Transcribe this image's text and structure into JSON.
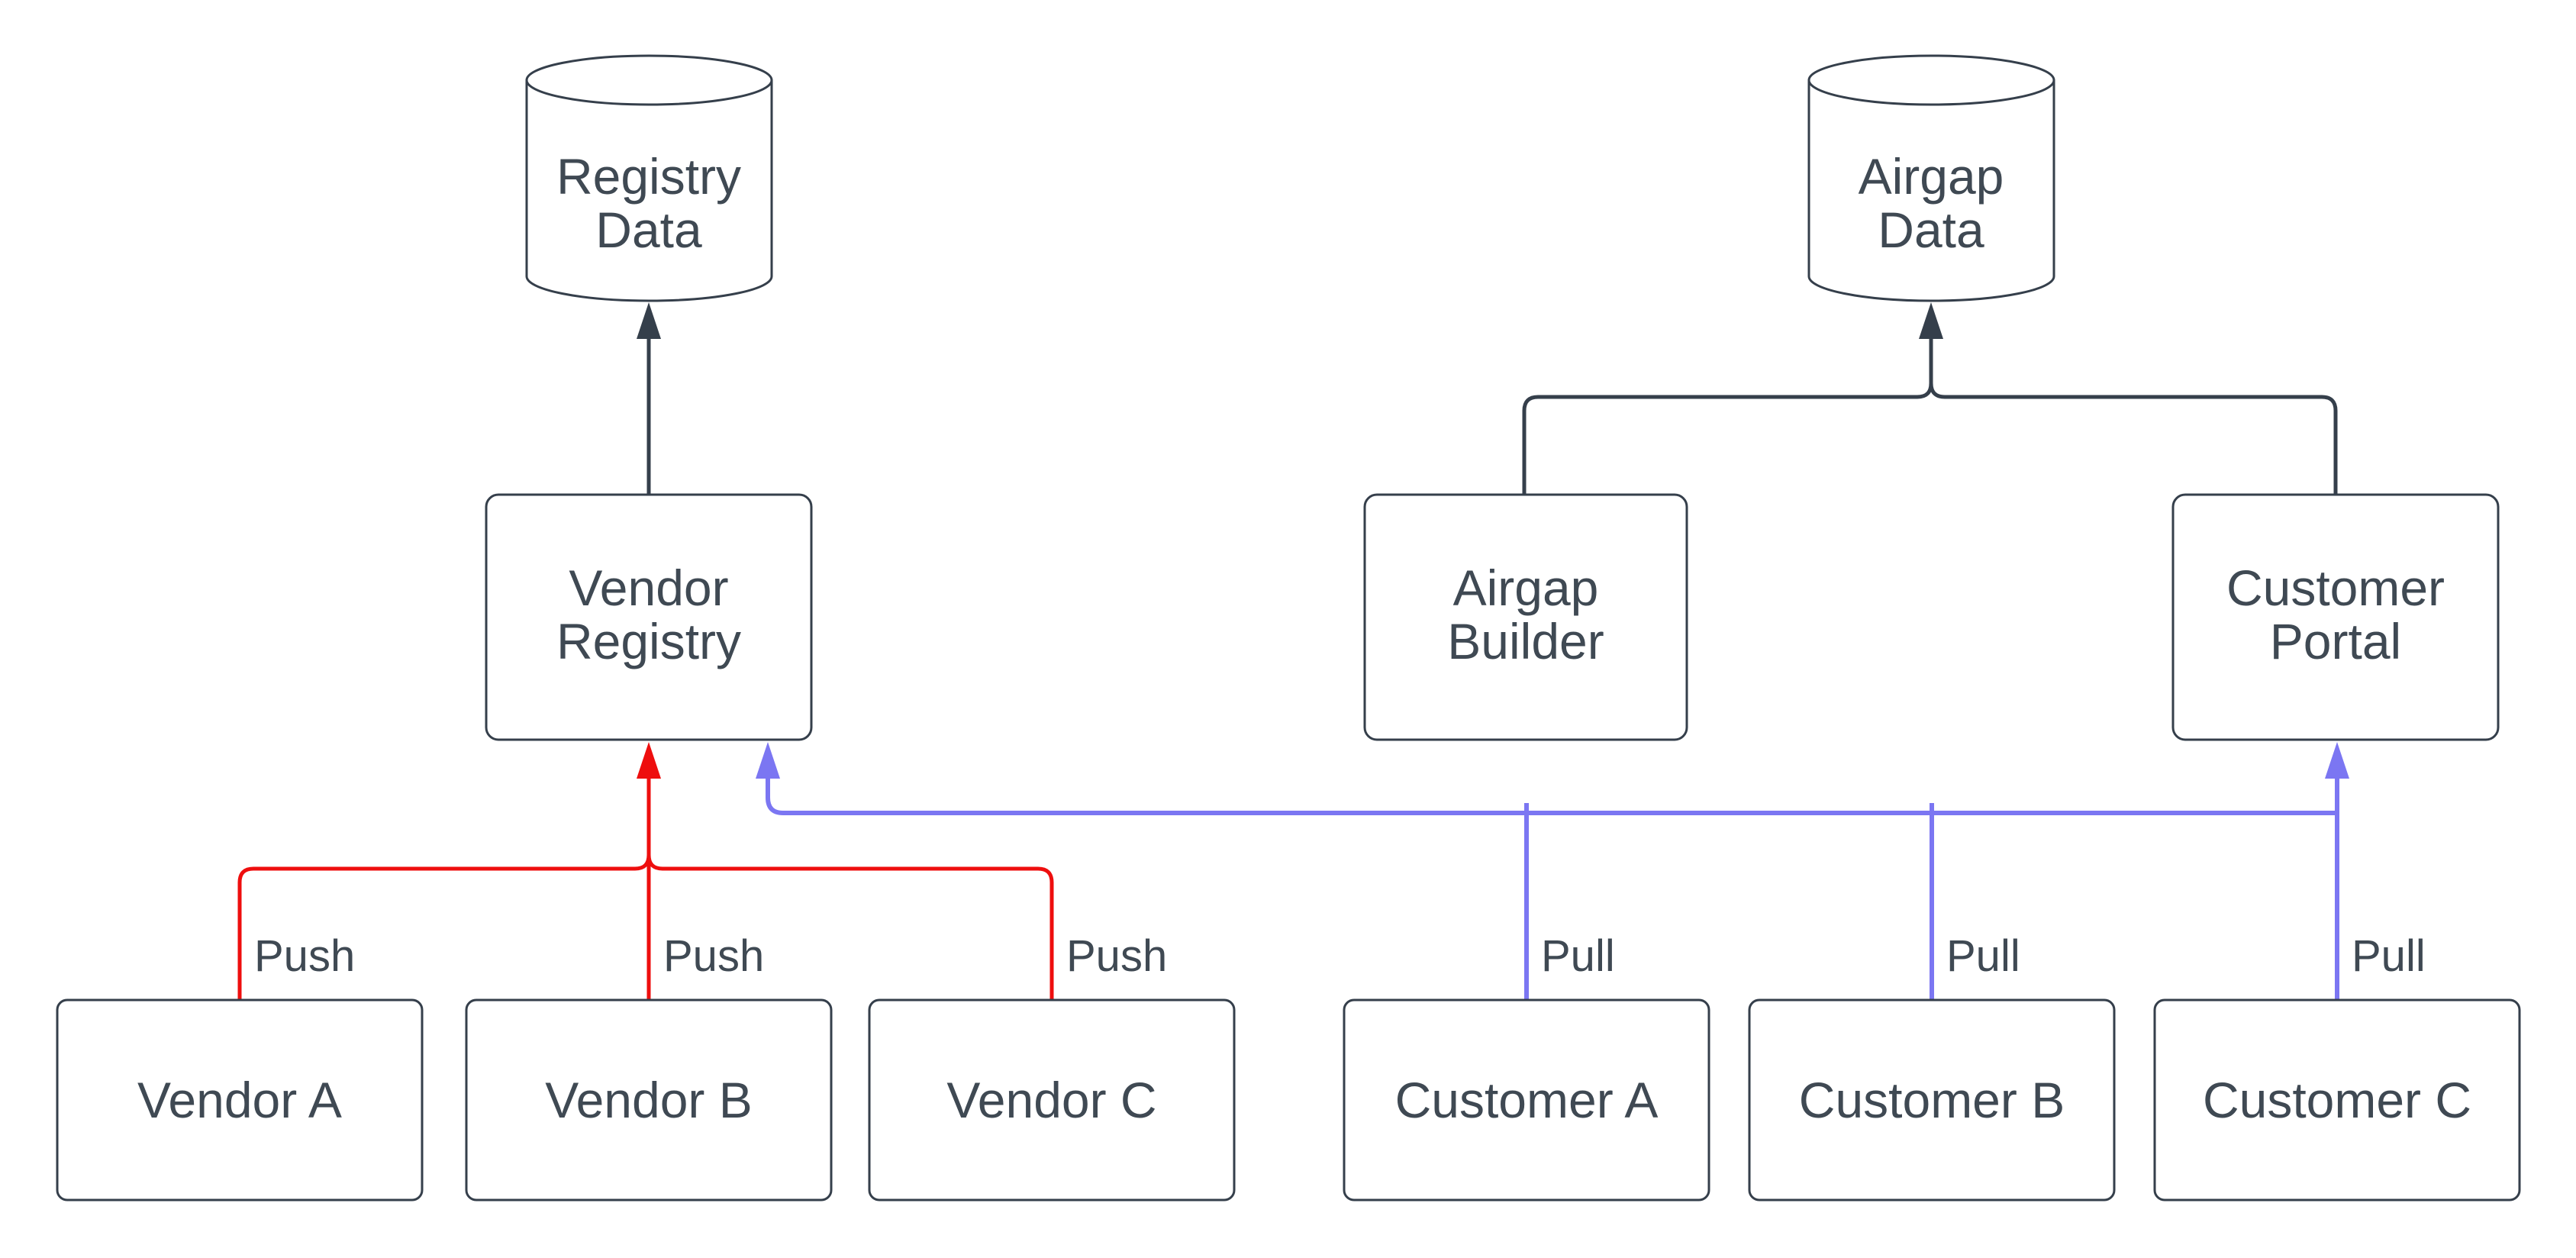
{
  "diagram": {
    "colors": {
      "background": "#ffffff",
      "flow": "#353f4b",
      "push": "#ee0e0e",
      "pull": "#7b76f2",
      "node_fill": "#ffffff",
      "node_border": "#353f4b",
      "label_text": "#3f4953"
    },
    "datastores": {
      "registry_data": {
        "line1": "Registry",
        "line2": "Data"
      },
      "airgap_data": {
        "line1": "Airgap",
        "line2": "Data"
      }
    },
    "services": {
      "vendor_registry": {
        "line1": "Vendor",
        "line2": "Registry"
      },
      "airgap_builder": {
        "line1": "Airgap",
        "line2": "Builder"
      },
      "customer_portal": {
        "line1": "Customer",
        "line2": "Portal"
      }
    },
    "vendors": {
      "a": {
        "label": "Vendor A"
      },
      "b": {
        "label": "Vendor B"
      },
      "c": {
        "label": "Vendor C"
      }
    },
    "customers": {
      "a": {
        "label": "Customer A"
      },
      "b": {
        "label": "Customer B"
      },
      "c": {
        "label": "Customer C"
      }
    },
    "edge_labels": {
      "push_a": "Push",
      "push_b": "Push",
      "push_c": "Push",
      "pull_a": "Pull",
      "pull_b": "Pull",
      "pull_c": "Pull"
    },
    "connections": [
      {
        "from": "Vendor Registry",
        "to": "Registry Data",
        "style": "flow",
        "label": ""
      },
      {
        "from": "Airgap Builder",
        "to": "Airgap Data",
        "style": "flow",
        "label": ""
      },
      {
        "from": "Customer Portal",
        "to": "Airgap Data",
        "style": "flow",
        "label": ""
      },
      {
        "from": "Vendor A",
        "to": "Vendor Registry",
        "style": "push",
        "label": "Push"
      },
      {
        "from": "Vendor B",
        "to": "Vendor Registry",
        "style": "push",
        "label": "Push"
      },
      {
        "from": "Vendor C",
        "to": "Vendor Registry",
        "style": "push",
        "label": "Push"
      },
      {
        "from": "Customer A",
        "to": "Vendor Registry + Customer Portal",
        "style": "pull",
        "label": "Pull"
      },
      {
        "from": "Customer B",
        "to": "Vendor Registry + Customer Portal",
        "style": "pull",
        "label": "Pull"
      },
      {
        "from": "Customer C",
        "to": "Vendor Registry + Customer Portal",
        "style": "pull",
        "label": "Pull"
      }
    ]
  }
}
